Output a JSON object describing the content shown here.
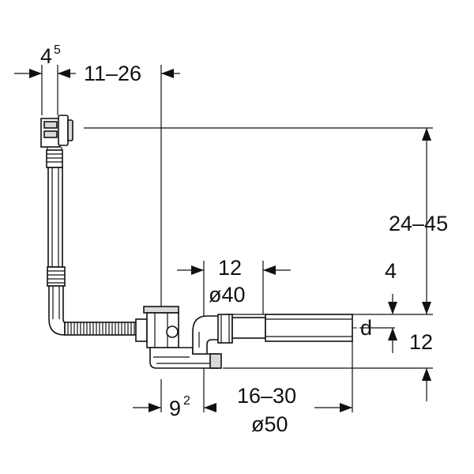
{
  "dimensions": {
    "overflow_offset": {
      "base": "4",
      "sup": "5"
    },
    "overflow_range": "11–26",
    "vertical_range": "24–45",
    "waste_offset": "12",
    "waste_diameter": "ø40",
    "four": "4",
    "d_label": "d",
    "twelve_right": "12",
    "outlet_offset": {
      "base": "9",
      "sup": "2"
    },
    "outlet_range": "16–30",
    "outlet_diameter": "ø50"
  },
  "colors": {
    "line": "#111111",
    "fill": "#d9d9d9",
    "background": "#ffffff"
  }
}
